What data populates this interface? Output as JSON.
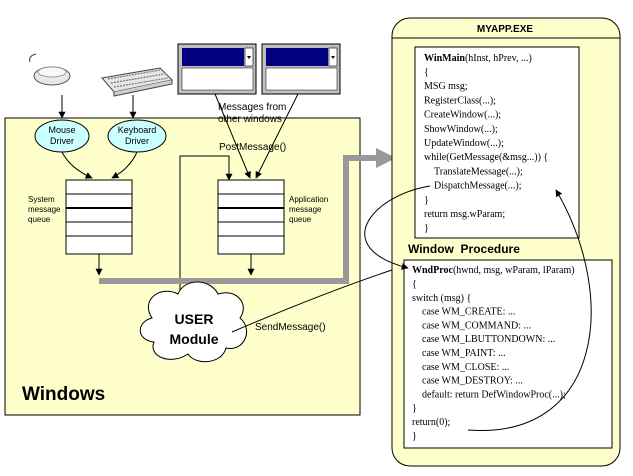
{
  "windows_area": {
    "title": "Windows",
    "mouse_driver": [
      "Mouse",
      "Driver"
    ],
    "keyboard_driver": [
      "Keyboard",
      "Driver"
    ],
    "system_queue_label": [
      "System",
      "message",
      "queue"
    ],
    "app_queue_label": [
      "Application",
      "message",
      "queue"
    ],
    "messages_from_label": [
      "Messages from",
      "other windows"
    ],
    "post_message": "PostMessage()",
    "send_message": "SendMessage()",
    "user_module": [
      "USER",
      "Module"
    ]
  },
  "app": {
    "title": "MYAPP.EXE",
    "winmain_head": "WinMain",
    "winmain_args": "(hInst, hPrev, ...)",
    "winmain_lines": [
      "{",
      "MSG msg;",
      "RegisterClass(...);",
      "CreateWindow(...);",
      "ShowWindow(...);",
      "UpdateWindow(...);",
      "while(GetMessage(&msg...)) {",
      "    TranslateMessage(...);",
      "    DispatchMessage(...);",
      "}",
      "return msg.wParam;",
      "}"
    ],
    "wndproc_title": "Window  Procedure",
    "wndproc_head": "WndProc",
    "wndproc_args": "(hwnd, msg, wParam, lParam)",
    "wndproc_lines": [
      "{",
      "switch (msg) {",
      "    case WM_CREATE: ...",
      "    case WM_COMMAND: ...",
      "    case WM_LBUTTONDOWN: ...",
      "    case WM_PAINT: ...",
      "    case WM_CLOSE: ...",
      "    case WM_DESTROY: ...",
      "    default: return DefWindowProc(...);",
      "}",
      "return(0);",
      "}"
    ]
  },
  "colors": {
    "windows_bg": "#ffffcc",
    "app_bg": "#ffffcc",
    "thick_arrow": "#999999",
    "window_title_bar": "#000080"
  }
}
